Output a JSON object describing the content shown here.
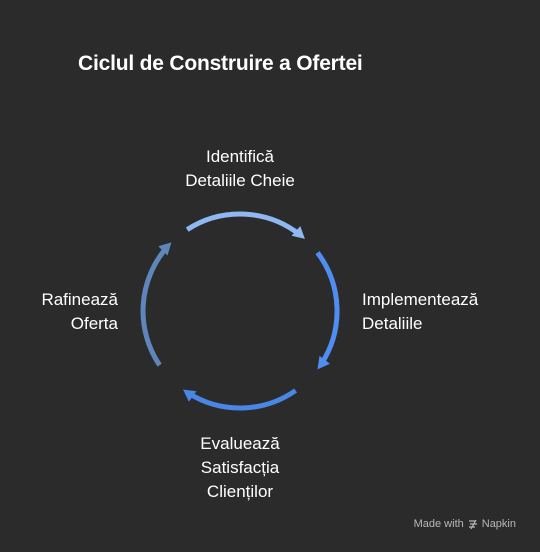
{
  "title": "Ciclul de Construire a Ofertei",
  "steps": [
    {
      "lines": [
        "Identifică",
        "Detaliile Cheie"
      ]
    },
    {
      "lines": [
        "Implementează",
        "Detaliile"
      ]
    },
    {
      "lines": [
        "Evaluează",
        "Satisfacția",
        "Clienților"
      ]
    },
    {
      "lines": [
        "Rafinează",
        "Oferta"
      ]
    }
  ],
  "colors": {
    "background": "#2b2b2b",
    "arc_top": "#8fb8f2",
    "arc_right": "#4f8ef0",
    "arc_bottom": "#4a86e6",
    "arc_left": "#5f86bb"
  },
  "footer": {
    "made_with": "Made with",
    "brand": "Napkin",
    "icon": "napkin-logo-icon"
  }
}
